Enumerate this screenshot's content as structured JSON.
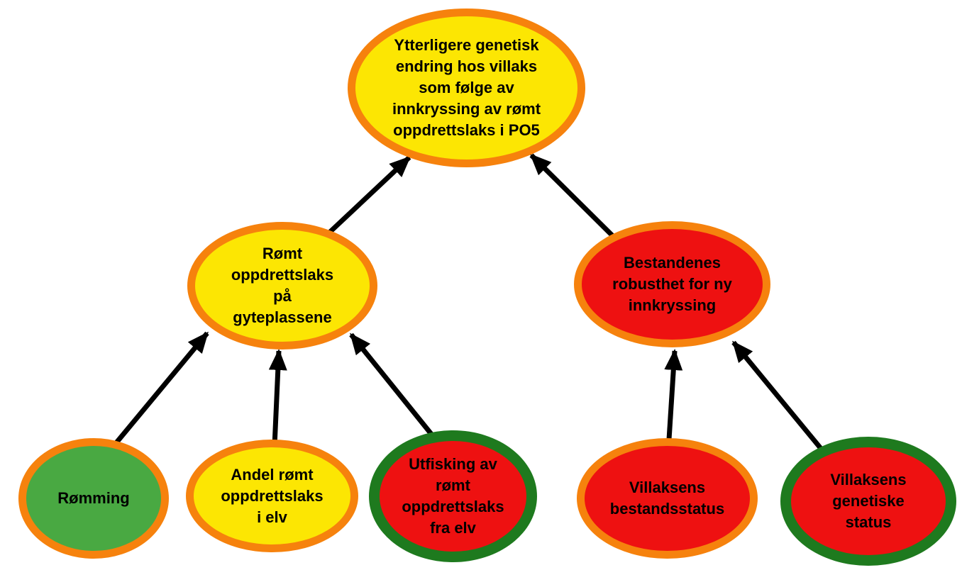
{
  "palette": {
    "orange_border": "#F6820D",
    "dark_green_border": "#1E7A1E",
    "yellow_fill": "#FCE603",
    "red_fill": "#EE1111",
    "green_fill": "#49A942",
    "arrow": "#000000",
    "text": "#000000",
    "background": "#FFFFFF"
  },
  "diagram": {
    "nodes": [
      {
        "id": "ytterligere-genetisk-endring",
        "label": "Ytterligere genetisk\nendring hos villaks\nsom følge av\ninnkryssing av rømt\noppdrettslaks i PO5",
        "fill_color": "#FCE603",
        "border_color": "#F6820D"
      },
      {
        "id": "romt-oppdrettslaks-pa-gyteplassene",
        "label": "Rømt\noppdrettslaks\npå\ngyteplassene",
        "fill_color": "#FCE603",
        "border_color": "#F6820D"
      },
      {
        "id": "bestandenes-robusthet-for-ny-innkryssing",
        "label": "Bestandenes\nrobusthet for ny\ninnkryssing",
        "fill_color": "#EE1111",
        "border_color": "#F6820D"
      },
      {
        "id": "romming",
        "label": "Rømming",
        "fill_color": "#49A942",
        "border_color": "#F6820D"
      },
      {
        "id": "andel-romt-oppdrettslaks-i-elv",
        "label": "Andel rømt\noppdrettslaks\ni elv",
        "fill_color": "#FCE603",
        "border_color": "#F6820D"
      },
      {
        "id": "utfisking-av-romt-oppdrettslaks-fra-elv",
        "label": "Utfisking av\nrømt\noppdrettslaks\nfra elv",
        "fill_color": "#EE1111",
        "border_color": "#1E7A1E"
      },
      {
        "id": "villaksens-bestandsstatus",
        "label": "Villaksens\nbestandsstatus",
        "fill_color": "#EE1111",
        "border_color": "#F6820D"
      },
      {
        "id": "villaksens-genetiske-status",
        "label": "Villaksens\ngenetiske\nstatus",
        "fill_color": "#EE1111",
        "border_color": "#1E7A1E"
      }
    ],
    "edges": [
      {
        "from": "romming",
        "to": "romt-oppdrettslaks-pa-gyteplassene"
      },
      {
        "from": "andel-romt-oppdrettslaks-i-elv",
        "to": "romt-oppdrettslaks-pa-gyteplassene"
      },
      {
        "from": "utfisking-av-romt-oppdrettslaks-fra-elv",
        "to": "romt-oppdrettslaks-pa-gyteplassene"
      },
      {
        "from": "romt-oppdrettslaks-pa-gyteplassene",
        "to": "ytterligere-genetisk-endring"
      },
      {
        "from": "bestandenes-robusthet-for-ny-innkryssing",
        "to": "ytterligere-genetisk-endring"
      },
      {
        "from": "villaksens-bestandsstatus",
        "to": "bestandenes-robusthet-for-ny-innkryssing"
      },
      {
        "from": "villaksens-genetiske-status",
        "to": "bestandenes-robusthet-for-ny-innkryssing"
      }
    ]
  }
}
